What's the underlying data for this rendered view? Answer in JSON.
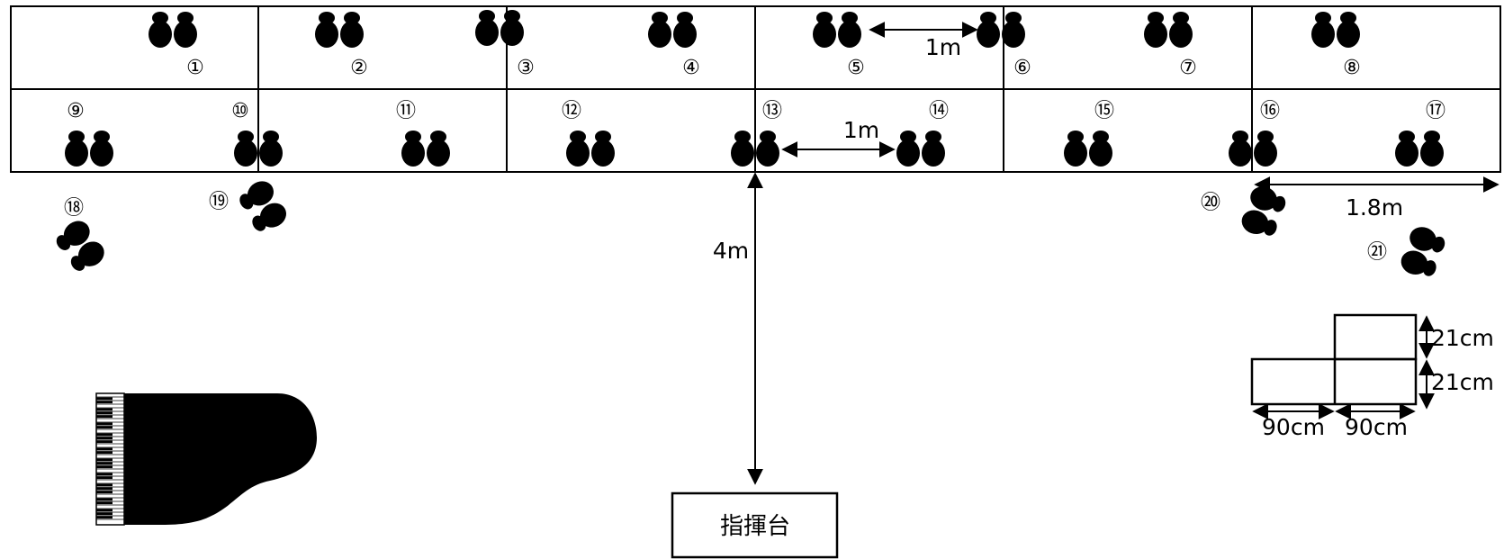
{
  "diagram": {
    "positions": [
      {
        "id": "1",
        "label": "①"
      },
      {
        "id": "2",
        "label": "②"
      },
      {
        "id": "3",
        "label": "③"
      },
      {
        "id": "4",
        "label": "④"
      },
      {
        "id": "5",
        "label": "⑤"
      },
      {
        "id": "6",
        "label": "⑥"
      },
      {
        "id": "7",
        "label": "⑦"
      },
      {
        "id": "8",
        "label": "⑧"
      },
      {
        "id": "9",
        "label": "⑨"
      },
      {
        "id": "10",
        "label": "⑩"
      },
      {
        "id": "11",
        "label": "⑪"
      },
      {
        "id": "12",
        "label": "⑫"
      },
      {
        "id": "13",
        "label": "⑬"
      },
      {
        "id": "14",
        "label": "⑭"
      },
      {
        "id": "15",
        "label": "⑮"
      },
      {
        "id": "16",
        "label": "⑯"
      },
      {
        "id": "17",
        "label": "⑰"
      },
      {
        "id": "18",
        "label": "⑱"
      },
      {
        "id": "19",
        "label": "⑲"
      },
      {
        "id": "20",
        "label": "⑳"
      },
      {
        "id": "21",
        "label": "㉑"
      }
    ],
    "dimensions": {
      "spacing_top": "1m",
      "spacing_middle": "1m",
      "row_width": "1.8m",
      "distance_to_podium": "4m",
      "riser_height_upper": "21cm",
      "riser_height_lower": "21cm",
      "riser_width_left": "90cm",
      "riser_width_right": "90cm"
    },
    "podium_label": "指揮台"
  }
}
